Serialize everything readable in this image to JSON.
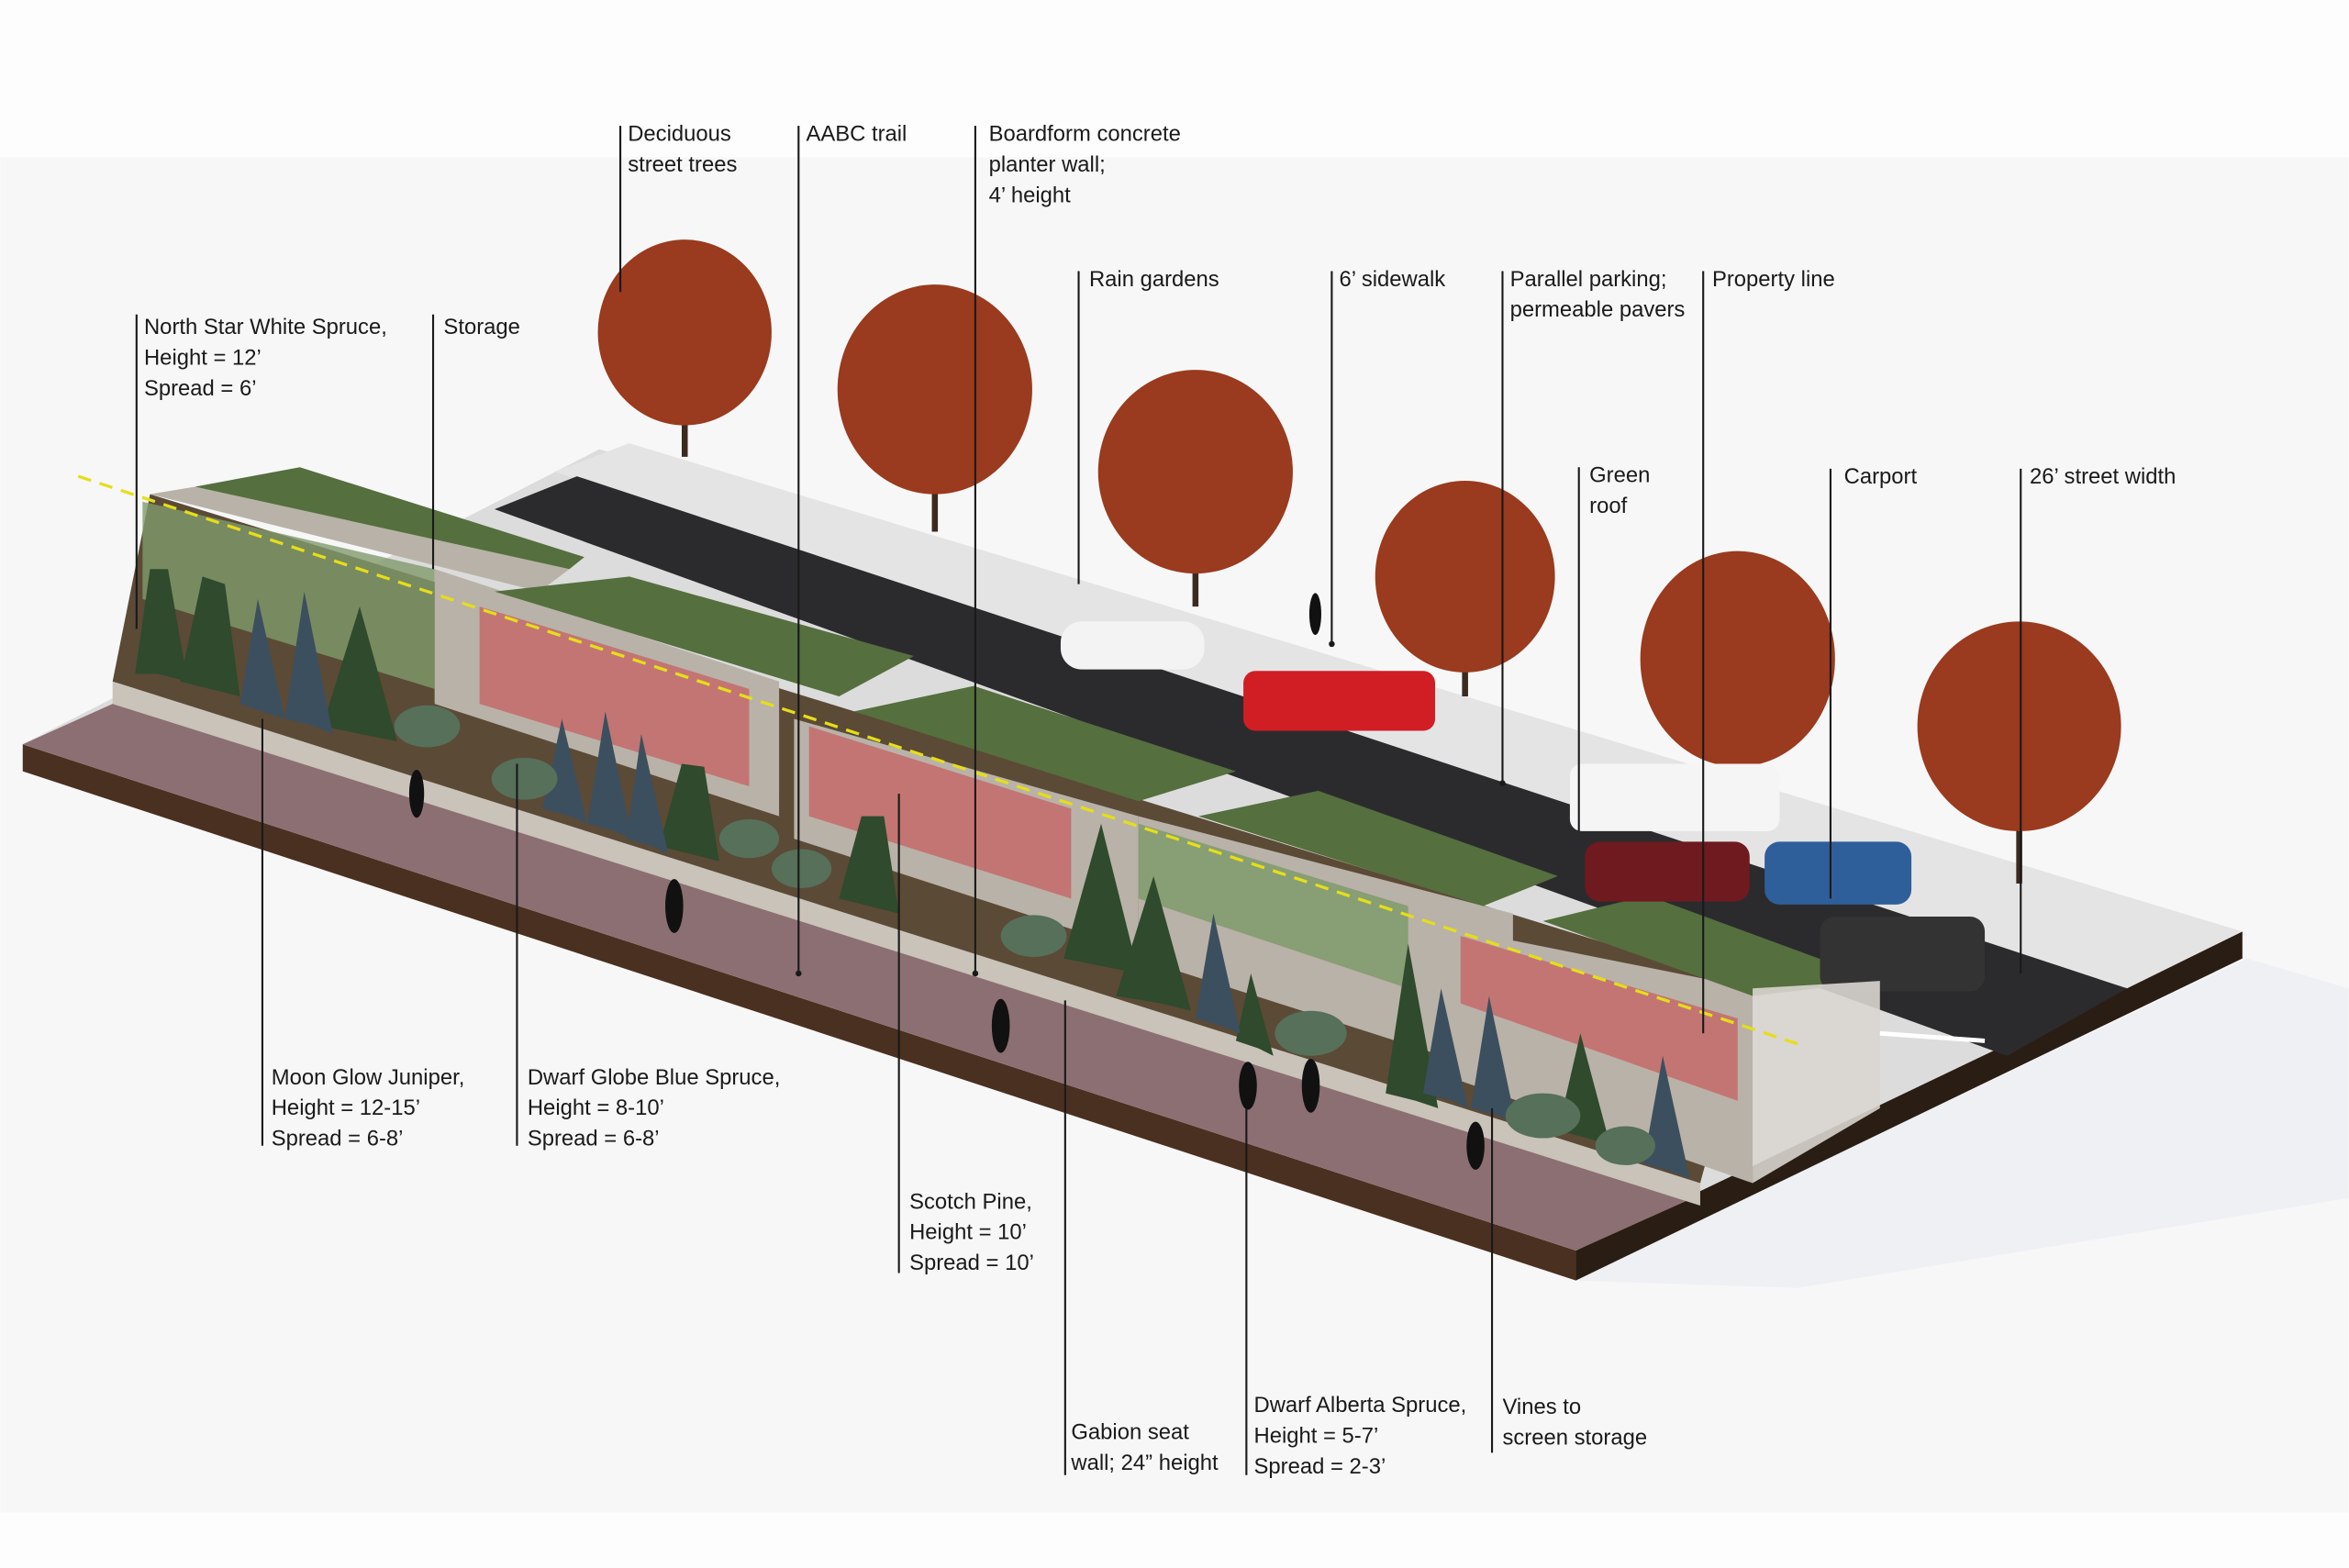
{
  "title": "Axonometric street section with planting and site labels",
  "colors": {
    "path": "#8c6f72",
    "slab_edge": "#4a3020",
    "road": "#2b2b2e",
    "sidewalk": "#d8d8d8",
    "wall": "#b9b2a8",
    "planter_green": "#4f6b3a",
    "evergreen": "#2f4a2c",
    "blue_spruce": "#3c4f5e",
    "tree_canopy": "#9a3a1e",
    "vines": "#c46a6a",
    "property_line": "#e5de1a"
  },
  "labels": {
    "deciduous": [
      "Deciduous",
      "street trees"
    ],
    "aabc": [
      "AABC trail"
    ],
    "boardform": [
      "Boardform concrete",
      "planter wall;",
      "4’ height"
    ],
    "rain": [
      "Rain gardens"
    ],
    "sidewalk": [
      "6’ sidewalk"
    ],
    "parking": [
      "Parallel parking;",
      "permeable pavers"
    ],
    "property": [
      "Property line"
    ],
    "northstar": [
      "North Star White Spruce,",
      "Height = 12’",
      "Spread = 6’"
    ],
    "storage": [
      "Storage"
    ],
    "greenroof": [
      "Green",
      "roof"
    ],
    "carport": [
      "Carport"
    ],
    "street": [
      "26’ street width"
    ],
    "moonglow": [
      "Moon Glow Juniper,",
      "Height = 12-15’",
      "Spread = 6-8’"
    ],
    "dwarfglobe": [
      "Dwarf Globe Blue Spruce,",
      "Height = 8-10’",
      "Spread = 6-8’"
    ],
    "scotch": [
      "Scotch Pine,",
      "Height = 10’",
      "Spread = 10’"
    ],
    "gabion": [
      "Gabion seat",
      "wall; 24” height"
    ],
    "alberta": [
      "Dwarf Alberta Spruce,",
      "Height = 5-7’",
      "Spread = 2-3’"
    ],
    "vines": [
      "Vines to",
      "screen storage"
    ]
  }
}
